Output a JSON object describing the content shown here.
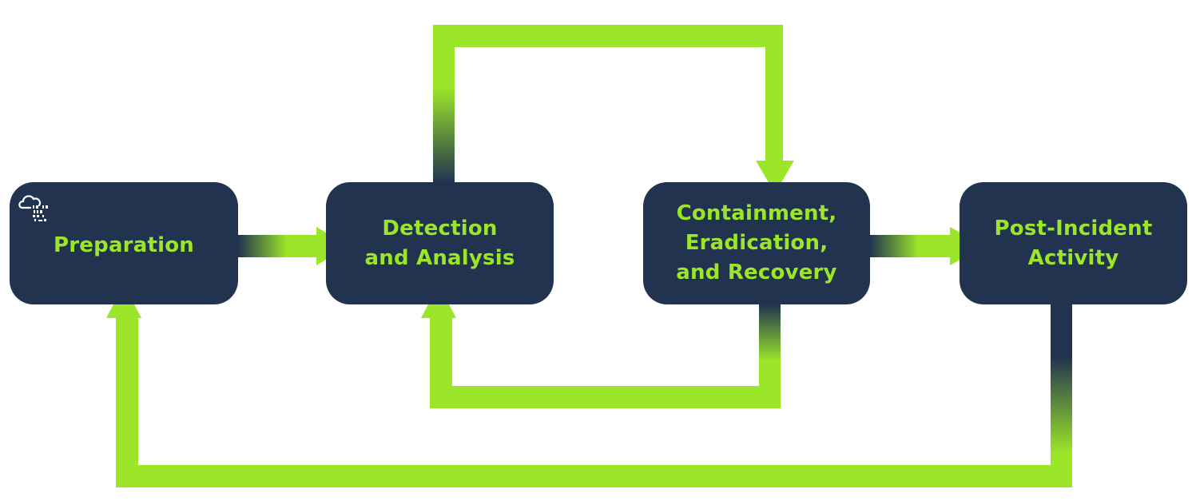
{
  "diagram": {
    "colors": {
      "node_fill": "#223350",
      "accent": "#9be629",
      "background": "#ffffff"
    },
    "nodes": [
      {
        "id": "preparation",
        "label": "Preparation"
      },
      {
        "id": "detection",
        "label": "Detection\nand Analysis"
      },
      {
        "id": "containment",
        "label": "Containment,\nEradication,\nand Recovery"
      },
      {
        "id": "post_incident",
        "label": "Post-Incident\nActivity"
      }
    ],
    "edges": [
      {
        "from": "preparation",
        "to": "detection"
      },
      {
        "from": "detection",
        "to": "containment"
      },
      {
        "from": "containment",
        "to": "detection"
      },
      {
        "from": "containment",
        "to": "post_incident"
      },
      {
        "from": "post_incident",
        "to": "preparation"
      }
    ],
    "logo": {
      "icon": "cloud-binary-logo-icon"
    }
  }
}
